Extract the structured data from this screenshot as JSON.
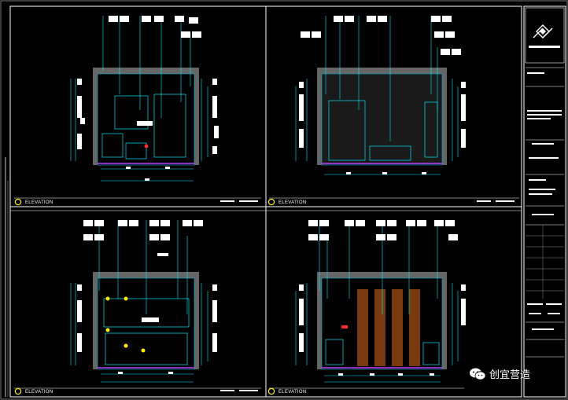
{
  "drawing": {
    "panels": [
      {
        "label": "ELEVATION"
      },
      {
        "label": "ELEVATION"
      },
      {
        "label": "ELEVATION"
      },
      {
        "label": "ELEVATION"
      }
    ],
    "colors": {
      "background": "#000000",
      "frame": "#ffffff",
      "dimension": "#00e5ff",
      "wall": "#7a7a7a",
      "accent_red": "#ff2a2a",
      "accent_yellow": "#ffee00",
      "accent_magenta": "#c040ff",
      "wood": "#7a3a10"
    }
  },
  "watermark": {
    "icon": "wechat-icon",
    "text": "创宜营造"
  }
}
